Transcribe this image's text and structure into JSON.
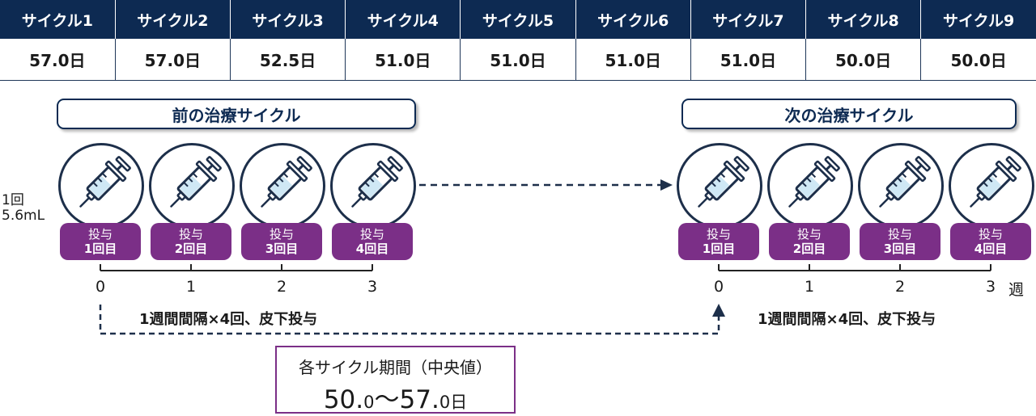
{
  "table": {
    "headers": [
      "サイクル1",
      "サイクル2",
      "サイクル3",
      "サイクル4",
      "サイクル5",
      "サイクル6",
      "サイクル7",
      "サイクル8",
      "サイクル9"
    ],
    "values": [
      "57.0日",
      "57.0日",
      "52.5日",
      "51.0日",
      "51.0日",
      "51.0日",
      "51.0日",
      "50.0日",
      "50.0日"
    ]
  },
  "prev_cycle": {
    "title": "前の治療サイクル"
  },
  "next_cycle": {
    "title": "次の治療サイクル"
  },
  "dose_amount": {
    "line1": "1回",
    "line2": "5.6mL"
  },
  "doses": [
    {
      "line1": "投与",
      "line2": "1回目"
    },
    {
      "line1": "投与",
      "line2": "2回目"
    },
    {
      "line1": "投与",
      "line2": "3回目"
    },
    {
      "line1": "投与",
      "line2": "4回目"
    }
  ],
  "timeline": {
    "ticks": [
      "0",
      "1",
      "2",
      "3"
    ],
    "unit": "週",
    "interval_text": "1週間間隔×4回、皮下投与"
  },
  "median": {
    "title": "各サイクル期間（中央値）",
    "min_int": "50.",
    "min_dec": "0",
    "sep": "〜",
    "max_int": "57.",
    "max_dec": "0",
    "unit": "日"
  },
  "icons": {
    "syringe": "syringe-icon",
    "arrow": "arrow-right-icon"
  },
  "colors": {
    "navy": "#0d2a52",
    "purple": "#7b2f87",
    "syringe_fill": "#cfe8f5"
  }
}
